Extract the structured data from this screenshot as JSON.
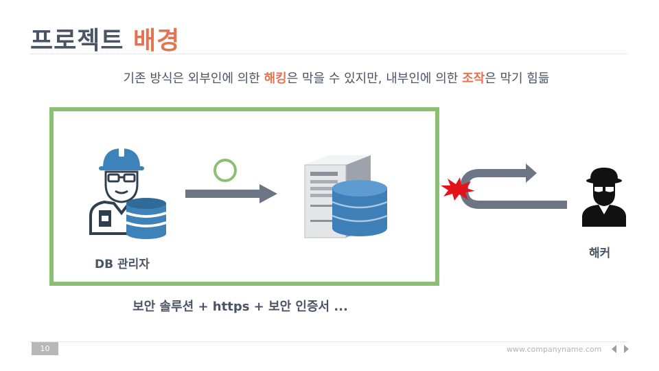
{
  "slide": {
    "title_main": "프로젝트",
    "title_accent": "배경",
    "subtitle_part1": "기존 방식은 외부인에 의한 ",
    "subtitle_hl1": "해킹",
    "subtitle_part2": "은 막을 수 있지만, 내부인에 의한 ",
    "subtitle_hl2": "조작",
    "subtitle_part3": "은 막기 힘듦",
    "db_admin_label": "DB 관리자",
    "hacker_label": "해커",
    "solution_text": "보안 솔루션 + https + 보안 인증서 ...",
    "page_number": "10",
    "website": "www.companyname.com"
  },
  "icons": {
    "db_admin": "db-admin-icon",
    "check_circle": "ok-circle-icon",
    "arrow": "right-arrow-icon",
    "server": "database-server-icon",
    "blocked_uturn": "blocked-uturn-arrow-icon",
    "burst": "impact-burst-icon",
    "hacker": "hacker-icon",
    "prev": "prev-arrow-icon",
    "next": "next-arrow-icon"
  },
  "colors": {
    "accent_orange": "#e57352",
    "green_border": "#8cbf72",
    "db_blue": "#3d82b8",
    "arrow_gray": "#6b7584",
    "burst_red": "#e3131b"
  }
}
